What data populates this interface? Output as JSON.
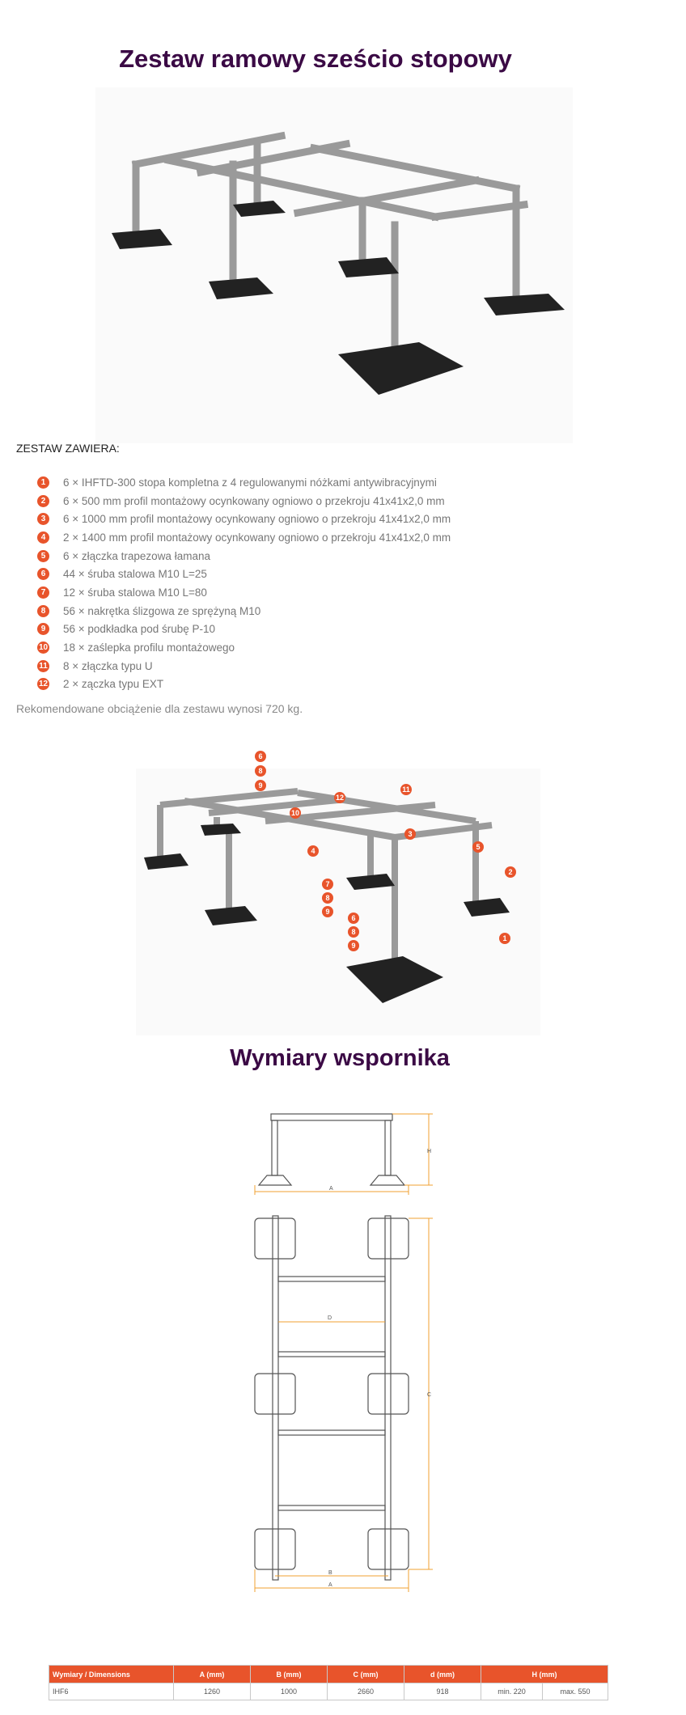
{
  "titles": {
    "main": "Zestaw ramowy sześcio stopowy",
    "dimensions": "Wymiary wspornika"
  },
  "contents": {
    "heading": "ZESTAW ZAWIERA:",
    "items": [
      {
        "n": "1",
        "text": "6 × IHFTD-300 stopa kompletna z 4 regulowanymi nóżkami antywibracyjnymi"
      },
      {
        "n": "2",
        "text": "6 × 500 mm profil montażowy ocynkowany ogniowo o przekroju 41x41x2,0 mm"
      },
      {
        "n": "3",
        "text": "6 × 1000 mm profil montażowy ocynkowany ogniowo o przekroju 41x41x2,0 mm"
      },
      {
        "n": "4",
        "text": "2 × 1400 mm profil montażowy ocynkowany ogniowo o przekroju 41x41x2,0 mm"
      },
      {
        "n": "5",
        "text": "6 × złączka trapezowa łamana"
      },
      {
        "n": "6",
        "text": "44 × śruba stalowa M10 L=25"
      },
      {
        "n": "7",
        "text": "12 × śruba stalowa M10 L=80"
      },
      {
        "n": "8",
        "text": "56 × nakrętka ślizgowa ze sprężyną M10"
      },
      {
        "n": "9",
        "text": "56 × podkładka pod śrubę P-10"
      },
      {
        "n": "10",
        "text": "18 × zaślepka profilu montażowego"
      },
      {
        "n": "11",
        "text": "8 × złączka typu U"
      },
      {
        "n": "12",
        "text": "2 × zączka typu EXT"
      }
    ],
    "recommendation": "Rekomendowane obciążenie dla zestawu wynosi 720 kg."
  },
  "callouts": [
    "6",
    "8",
    "9",
    "10",
    "12",
    "11",
    "4",
    "3",
    "5",
    "2",
    "7",
    "8",
    "9",
    "6",
    "8",
    "9",
    "1"
  ],
  "drawing_labels": {
    "A": "A",
    "H": "H",
    "D": "D",
    "C": "C",
    "B": "B"
  },
  "table": {
    "headers": [
      "Wymiary / Dimensions",
      "A (mm)",
      "B (mm)",
      "C (mm)",
      "d (mm)",
      "H (mm)"
    ],
    "row": {
      "name": "IHF6",
      "a": "1260",
      "b": "1000",
      "c": "2660",
      "d": "918",
      "h_min": "min. 220",
      "h_max": "max. 550"
    }
  },
  "colors": {
    "title": "#3b0a45",
    "accent": "#e8542b"
  }
}
